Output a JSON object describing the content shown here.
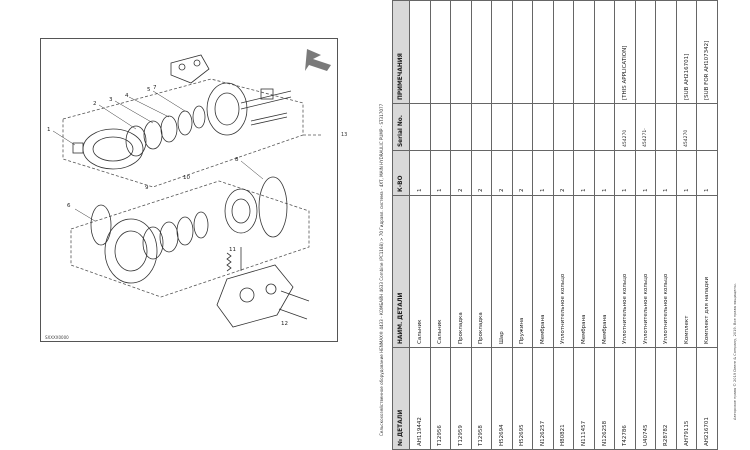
{
  "document": {
    "heading": "Сельскохозяйственное оборудование HENMAX® 4433 - КОМБАЙН 4633 Combine (PC1168) > 70 Гидравл. система - 4XT, MAIN HYDRAULIC PUMP - ST317077",
    "copyright": "Авторские права © 2019 Deere & Company, 2019. Все права защищены."
  },
  "diagram": {
    "caption": "SXXXX0000",
    "callout_outside": "13",
    "callouts": [
      "1",
      "2",
      "3",
      "4",
      "5",
      "6",
      "7",
      "8",
      "9",
      "10",
      "11",
      "12"
    ]
  },
  "table": {
    "headers": {
      "part_no": "№ ДЕТАЛИ",
      "name": "НАИМ. ДЕТАЛИ",
      "qty": "К-ВО",
      "serial": "Serial No.",
      "notes": "ПРИМЕЧАНИЯ"
    },
    "rows": [
      {
        "num": "AH119442",
        "name": "Сальник",
        "qty": "1",
        "serial": "",
        "note": ""
      },
      {
        "num": "T12956",
        "name": "Сальник",
        "qty": "1",
        "serial": "",
        "note": ""
      },
      {
        "num": "T12959",
        "name": "Прокладка",
        "qty": "2",
        "serial": "",
        "note": ""
      },
      {
        "num": "T12958",
        "name": "Прокладка",
        "qty": "2",
        "serial": "",
        "note": ""
      },
      {
        "num": "H52694",
        "name": "Шар",
        "qty": "2",
        "serial": "",
        "note": ""
      },
      {
        "num": "H52695",
        "name": "Пружина",
        "qty": "2",
        "serial": "",
        "note": ""
      },
      {
        "num": "N126257",
        "name": "Мембрана",
        "qty": "1",
        "serial": "",
        "note": ""
      },
      {
        "num": "H80821",
        "name": "Уплотнительное кольцо",
        "qty": "2",
        "serial": "",
        "note": ""
      },
      {
        "num": "N111457",
        "name": "Мембрана",
        "qty": "1",
        "serial": "",
        "note": ""
      },
      {
        "num": "N126258",
        "name": "Мембрана",
        "qty": "1",
        "serial": "",
        "note": ""
      },
      {
        "num": "T42786",
        "name": "Уплотнительное кольцо",
        "qty": "1",
        "serial": "454270",
        "note": "[THIS APPLICATION]"
      },
      {
        "num": "U40745",
        "name": "Уплотнительное кольцо",
        "qty": "1",
        "serial": "454271-",
        "note": ""
      },
      {
        "num": "R28782",
        "name": "Уплотнительное кольцо",
        "qty": "1",
        "serial": "",
        "note": ""
      },
      {
        "num": "AH79115",
        "name": "Комплект",
        "qty": "1",
        "serial": "454270",
        "note": "[SUB AH216701]"
      },
      {
        "num": "AH216701",
        "name": "Комплект для наладки",
        "qty": "1",
        "serial": "",
        "note": "[SUB FOR AH107342]"
      }
    ]
  },
  "colors": {
    "header_bg": "#d9d9d9",
    "arrow": "#7a7a7a"
  }
}
